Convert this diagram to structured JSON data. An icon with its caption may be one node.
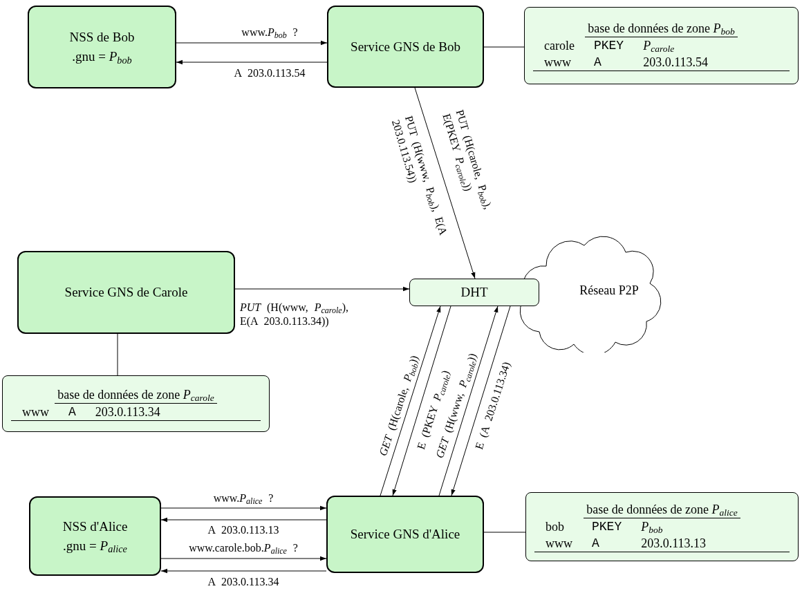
{
  "diagram": {
    "nodes": [
      {
        "text": [
          "NSS de Bob",
          ".gnu = *P*$_{bob}$"
        ]
      },
      {
        "text": [
          "Service GNS de Bob"
        ]
      },
      {
        "text": [
          "base de données de zone *P*$_{bob}$",
          "carole",
          "PKEY",
          "*P*$_{carole}$",
          "www",
          "A",
          "203.0.113.54"
        ]
      },
      {
        "text": [
          "DHT"
        ]
      },
      {
        "text": [
          "Réseau P2P"
        ]
      },
      {
        "text": [
          "Service GNS de Carole"
        ]
      },
      {
        "text": [
          "base de données de zone *P*$_{carole}$",
          "www",
          "A",
          "203.0.113.34"
        ]
      },
      {
        "text": [
          "NSS d'Alice",
          ".gnu = *P*$_{alice}$"
        ]
      },
      {
        "text": [
          "Service GNS d'Alice"
        ]
      },
      {
        "text": [
          "base de données de zone *P*$_{alice}$",
          "bob",
          "PKEY",
          "*P*$_{bob}$",
          "www",
          "A",
          "203.0.113.13"
        ]
      }
    ],
    "edges": [
      {
        "from": 0,
        "to": 1,
        "arrow": "to",
        "label": "www.*P*$_{bob}$ ?"
      },
      {
        "from": 1,
        "to": 0,
        "arrow": "to",
        "label": "A 203.0.113.54"
      },
      {
        "from": 1,
        "to": 2,
        "arrow": "none"
      },
      {
        "from": 1,
        "to": 3,
        "arrow": "to",
        "label": "PUT (H(carole, P$_{bob}$), E(PKEY *P*$_{carole}$))"
      },
      {
        "from": 5,
        "to": 3,
        "arrow": "to",
        "label": "*PUT* (H(www, *P*$_{carole}$), E(A 203.0.113.34))"
      },
      {
        "from": 5,
        "to": 6,
        "arrow": "none"
      },
      {
        "from": 8,
        "to": 3,
        "arrow": "to",
        "label": "*GET* (H(carole, *P*$_{bob}$))"
      },
      {
        "from": 3,
        "to": 8,
        "arrow": "to",
        "label": "E (PKEY *P*$_{carole}$)"
      },
      {
        "from": 8,
        "to": 3,
        "arrow": "to",
        "label": "*GET* (H(www, *P*$_{carole}$))"
      },
      {
        "from": 3,
        "to": 8,
        "arrow": "to",
        "label": "E (A 203.0.113.34)"
      },
      {
        "from": 7,
        "to": 8,
        "arrow": "to",
        "label": "www.*P*$_{alice}$ ?"
      },
      {
        "from": 8,
        "to": 7,
        "arrow": "to",
        "label": "A 203.0.113.13"
      },
      {
        "from": 7,
        "to": 8,
        "arrow": "to",
        "label": "www.carole.bob.*P*$_{alice}$ ?"
      },
      {
        "from": 8,
        "to": 7,
        "arrow": "to",
        "label": "A 203.0.113.34"
      },
      {
        "from": 8,
        "to": 9,
        "arrow": "none"
      }
    ],
    "labels": [
      "PUT (H(www, P$_{bob}$), E(A 203.0.113.54))"
    ]
  }
}
